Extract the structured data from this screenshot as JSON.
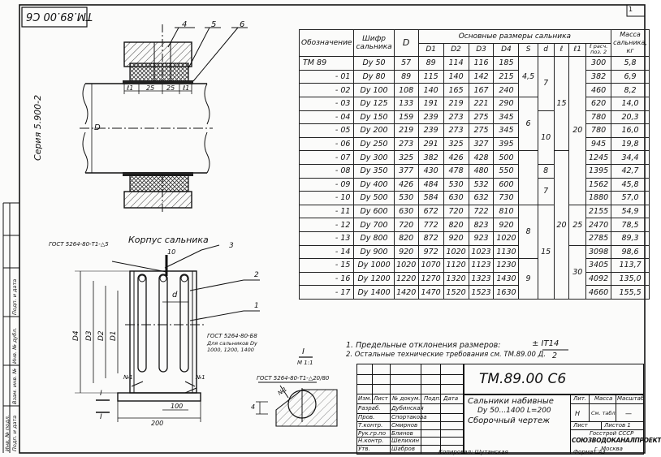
{
  "drawing_code": "ТМ.89.00 С6",
  "drawing_code_top": "ТМ.89.00 С6",
  "series": "Серия 5.900-2",
  "top_right_mark": "1",
  "left_margin": {
    "field1": "Инв. № подл.",
    "field2": "Подп. и дата",
    "field3": "Взам. инв. №",
    "field4": "Инв. № дубл.",
    "field5": "Подп. и дата"
  },
  "upper_view": {
    "callouts": [
      "4",
      "5",
      "6"
    ],
    "dim_l1_left": "ℓ1",
    "dim_25_a": "25",
    "dim_25_b": "25",
    "dim_l1_right": "ℓ1",
    "dim_D": "D"
  },
  "lower_view": {
    "title": "Корпус сальника",
    "gost_top": "ГОСТ 5264-80-Т1-△5",
    "gost_mid": "ГОСТ 5264-80-Б8",
    "gost_mid_note": "Для сальников Dу 1000, 1200, 1400",
    "gost_right": "ГОСТ 5264-80-Т1-△20/80",
    "callout_3": "3",
    "callout_2": "2",
    "callout_1": "1",
    "dim_10": "10",
    "dim_d": "d",
    "dim_100": "100",
    "dim_200": "200",
    "dim_D4": "D4",
    "dim_D3": "D3",
    "dim_D2": "D2",
    "dim_D1": "D1",
    "weld_n1_a": "№1",
    "weld_n1_b": "№1",
    "weld_n1_c": "№1",
    "section_mark": "I",
    "section_mark_b": "I",
    "detail_title": "I",
    "detail_scale": "М 1:1",
    "dim_4": "4"
  },
  "table": {
    "headers": {
      "designation": "Обозначение",
      "code": "Шифр сальника",
      "D": "D",
      "main": "Основные размеры сальника",
      "D1": "D1",
      "D2": "D2",
      "D3": "D3",
      "D4": "D4",
      "s": "S",
      "d": "d",
      "l": "ℓ",
      "l1": "ℓ1",
      "lcalc": "ℓ расч. поз. 2",
      "mass": "Масса сальника, кг"
    },
    "rows": [
      {
        "des": "ТМ 89",
        "code": "Dу 50",
        "D": "57",
        "D1": "89",
        "D2": "114",
        "D3": "116",
        "D4": "185",
        "lcalc": "300",
        "mass": "5,8"
      },
      {
        "des": "- 01",
        "code": "Dу 80",
        "D": "89",
        "D1": "115",
        "D2": "140",
        "D3": "142",
        "D4": "215",
        "lcalc": "382",
        "mass": "6,9"
      },
      {
        "des": "- 02",
        "code": "Dу 100",
        "D": "108",
        "D1": "140",
        "D2": "165",
        "D3": "167",
        "D4": "240",
        "lcalc": "460",
        "mass": "8,2"
      },
      {
        "des": "- 03",
        "code": "Dу 125",
        "D": "133",
        "D1": "191",
        "D2": "219",
        "D3": "221",
        "D4": "290",
        "lcalc": "620",
        "mass": "14,0"
      },
      {
        "des": "- 04",
        "code": "Dу 150",
        "D": "159",
        "D1": "239",
        "D2": "273",
        "D3": "275",
        "D4": "345",
        "lcalc": "780",
        "mass": "20,3"
      },
      {
        "des": "- 05",
        "code": "Dу 200",
        "D": "219",
        "D1": "239",
        "D2": "273",
        "D3": "275",
        "D4": "345",
        "lcalc": "780",
        "mass": "16,0"
      },
      {
        "des": "- 06",
        "code": "Dу 250",
        "D": "273",
        "D1": "291",
        "D2": "325",
        "D3": "327",
        "D4": "395",
        "lcalc": "945",
        "mass": "19,8"
      },
      {
        "des": "- 07",
        "code": "Dу 300",
        "D": "325",
        "D1": "382",
        "D2": "426",
        "D3": "428",
        "D4": "500",
        "lcalc": "1245",
        "mass": "34,4"
      },
      {
        "des": "- 08",
        "code": "Dу 350",
        "D": "377",
        "D1": "430",
        "D2": "478",
        "D3": "480",
        "D4": "550",
        "lcalc": "1395",
        "mass": "42,7"
      },
      {
        "des": "- 09",
        "code": "Dу 400",
        "D": "426",
        "D1": "484",
        "D2": "530",
        "D3": "532",
        "D4": "600",
        "lcalc": "1562",
        "mass": "45,8"
      },
      {
        "des": "- 10",
        "code": "Dу 500",
        "D": "530",
        "D1": "584",
        "D2": "630",
        "D3": "632",
        "D4": "730",
        "lcalc": "1880",
        "mass": "57,0"
      },
      {
        "des": "- 11",
        "code": "Dу 600",
        "D": "630",
        "D1": "672",
        "D2": "720",
        "D3": "722",
        "D4": "810",
        "lcalc": "2155",
        "mass": "54,9"
      },
      {
        "des": "- 12",
        "code": "Dу 700",
        "D": "720",
        "D1": "772",
        "D2": "820",
        "D3": "823",
        "D4": "920",
        "lcalc": "2470",
        "mass": "78,5"
      },
      {
        "des": "- 13",
        "code": "Dу 800",
        "D": "820",
        "D1": "872",
        "D2": "920",
        "D3": "923",
        "D4": "1020",
        "lcalc": "2785",
        "mass": "89,3"
      },
      {
        "des": "- 14",
        "code": "Dу 900",
        "D": "920",
        "D1": "972",
        "D2": "1020",
        "D3": "1023",
        "D4": "1130",
        "lcalc": "3098",
        "mass": "98,6"
      },
      {
        "des": "- 15",
        "code": "Dу 1000",
        "D": "1020",
        "D1": "1070",
        "D2": "1120",
        "D3": "1123",
        "D4": "1230",
        "lcalc": "3405",
        "mass": "113,7"
      },
      {
        "des": "- 16",
        "code": "Dу 1200",
        "D": "1220",
        "D1": "1270",
        "D2": "1320",
        "D3": "1323",
        "D4": "1430",
        "lcalc": "4092",
        "mass": "135,0"
      },
      {
        "des": "- 17",
        "code": "Dу 1400",
        "D": "1420",
        "D1": "1470",
        "D2": "1520",
        "D3": "1523",
        "D4": "1630",
        "lcalc": "4660",
        "mass": "155,5"
      }
    ],
    "merged": {
      "s_a": "4,5",
      "s_b": "6",
      "s_c": "8",
      "s_d": "7",
      "s_e": "8",
      "s_f": "9",
      "d_a": "7",
      "d_b": "10",
      "d_c": "15",
      "l_a": "15",
      "l_b": "20",
      "l1_a": "20",
      "l1_b": "25",
      "l1_c": "30"
    }
  },
  "notes": {
    "note1": "1. Предельные отклонения размеров:",
    "note1_tol": "± IТ14",
    "note1_tol_den": "2",
    "note2": "2. Остальные технические требования см. ТМ.89.00 Д."
  },
  "title_block": {
    "code": "ТМ.89.00 С6",
    "name_line1": "Сальники набивные",
    "name_line2": "Dу 50...1400  L=200",
    "name_line3": "Сборочный чертеж",
    "col_izm": "Изм.",
    "col_list": "Лист",
    "col_doc": "№ докум.",
    "col_sign": "Подп.",
    "col_date": "Дата",
    "roles": [
      "Разраб.",
      "Пров.",
      "Т.контр.",
      "Рук.гр.по",
      "Н.контр.",
      "Утв."
    ],
    "names": [
      "Дубинская",
      "Спортакова",
      "Смирнов",
      "Блинов",
      "Шелихин",
      "Шабров"
    ],
    "lit_label": "Лит.",
    "mass_label": "Масса",
    "scale_label": "Масштаб",
    "lit_value": "Н",
    "mass_value": "См. табл.",
    "scale_value": "—",
    "sheet_label": "Лист",
    "sheets_label": "Листов 1",
    "org1": "Госстрой СССР",
    "org2": "СОЮЗВОДОКАНАЛПРОЕКТ",
    "org3": "г. Москва",
    "copied": "Копировал: Шутанская",
    "format": "Формат  А3"
  }
}
